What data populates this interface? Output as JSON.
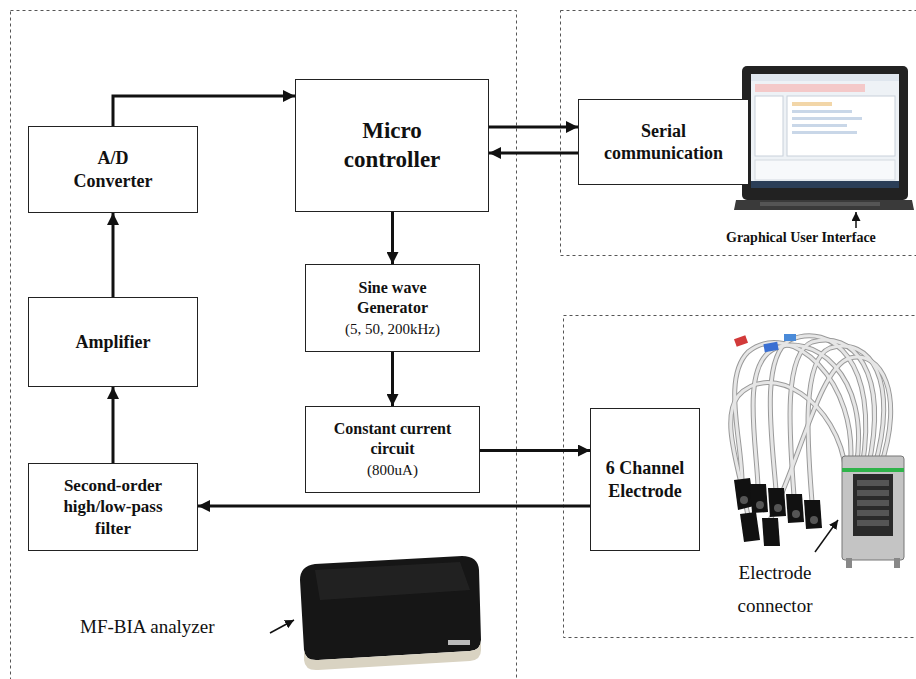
{
  "diagram": {
    "nodes": [
      {
        "text": [
          "A/D Converter"
        ]
      },
      {
        "text": [
          "Micro controller"
        ]
      },
      {
        "text": [
          "Serial communication"
        ]
      },
      {
        "text": [
          "Amplifier"
        ]
      },
      {
        "text": [
          "Sine wave Generator",
          "(5, 50, 200kHz)"
        ]
      },
      {
        "text": [
          "Constant current circuit",
          "(800uA)"
        ]
      },
      {
        "text": [
          "6 Channel Electrode"
        ]
      },
      {
        "text": [
          "Second-order high/low-pass filter"
        ]
      }
    ],
    "edges": [
      {
        "from": 0,
        "to": 1,
        "arrow": "to"
      },
      {
        "from": 1,
        "to": 2,
        "arrow": "to"
      },
      {
        "from": 2,
        "to": 1,
        "arrow": "to"
      },
      {
        "from": 1,
        "to": 4,
        "arrow": "to"
      },
      {
        "from": 4,
        "to": 5,
        "arrow": "to"
      },
      {
        "from": 5,
        "to": 6,
        "arrow": "to"
      },
      {
        "from": 6,
        "to": 7,
        "arrow": "to"
      },
      {
        "from": 7,
        "to": 3,
        "arrow": "to"
      },
      {
        "from": 3,
        "to": 0,
        "arrow": "to"
      }
    ],
    "labels": [
      "Graphical User Interface",
      "Electrode connector",
      "MF-BIA analyzer"
    ]
  }
}
